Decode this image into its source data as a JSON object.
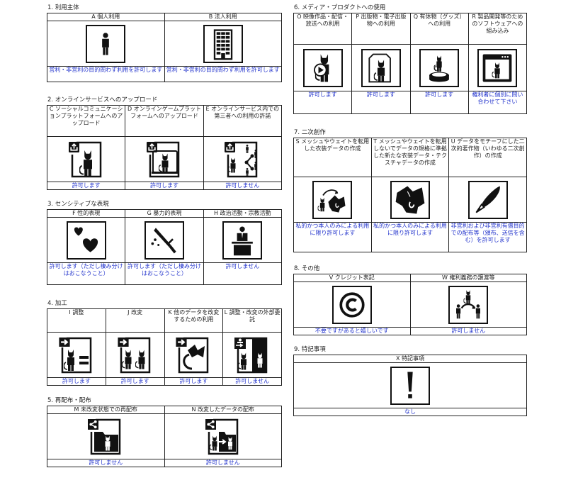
{
  "sections": [
    {
      "title": "1. 利用主体",
      "items": [
        {
          "header": "A 個人利用",
          "icon": "person-icon",
          "status": "営利・非営利の目的問わず利用を許可します"
        },
        {
          "header": "B 法人利用",
          "icon": "building-icon",
          "status": "営利・非営利の目的問わず利用を許可します"
        }
      ]
    },
    {
      "title": "2. オンラインサービスへのアップロード",
      "items": [
        {
          "header": "C ソーシャルコミュニケーションプラットフォームへのアップロード",
          "icon": "upload-social-icon",
          "status": "許可します"
        },
        {
          "header": "D オンラインゲームプラットフォームへのアップロード",
          "icon": "upload-game-icon",
          "status": "許可します"
        },
        {
          "header": "E オンラインサービス内での第三者への利用の許諾",
          "icon": "share-third-party-icon",
          "status": "許可しません"
        }
      ]
    },
    {
      "title": "3. センシティブな表現",
      "items": [
        {
          "header": "F 性的表現",
          "icon": "hearts-icon",
          "status": "許可します（ただし棲み分けはおこなうこと）"
        },
        {
          "header": "G 暴力的表現",
          "icon": "knife-icon",
          "status": "許可します（ただし棲み分けはおこなうこと）"
        },
        {
          "header": "H 政治活動・宗教活動",
          "icon": "podium-speaker-icon",
          "status": "許可しません"
        }
      ]
    },
    {
      "title": "4. 加工",
      "items": [
        {
          "header": "I 調整",
          "icon": "adjust-equal-icon",
          "status": "許可します"
        },
        {
          "header": "J 改変",
          "icon": "modify-icon",
          "status": "許可します"
        },
        {
          "header": "K 他のデータを改変するための利用",
          "icon": "reuse-parts-icon",
          "status": "許可します"
        },
        {
          "header": "L 調整・改変の外部委託",
          "icon": "outsource-icon",
          "status": "許可しません"
        }
      ]
    },
    {
      "title": "5. 再配布・配布",
      "items": [
        {
          "header": "M 未改変状態での再配布",
          "icon": "redistribute-folder-icon",
          "status": "許可しません"
        },
        {
          "header": "N 改変したデータの配布",
          "icon": "distribute-modified-icon",
          "status": "許可しません"
        }
      ]
    },
    {
      "title": "6. メディア・プロダクトへの使用",
      "items": [
        {
          "header": "O 映像作品・配信・放送への利用",
          "icon": "video-play-icon",
          "status": "許可します"
        },
        {
          "header": "P 出版物・電子出版物への利用",
          "icon": "publication-icon",
          "status": "許可します"
        },
        {
          "header": "Q 有体物（グッズ）への利用",
          "icon": "figure-goods-icon",
          "status": "許可します"
        },
        {
          "header": "R 製品開発等のためのソフトウェアへの組み込み",
          "icon": "software-window-icon",
          "status": "権利者に個別に問い合わせて下さい"
        }
      ]
    },
    {
      "title": "7. 二次創作",
      "items": [
        {
          "header": "S メッシュやウェイトを転用した衣装データの作成",
          "icon": "costume-transfer-icon",
          "status": "私的かつ本人のみによる利用に限り許可します"
        },
        {
          "header": "T メッシュやウェイトを転用しないでデータの規格に準拠した新たな衣装データ・テクスチャデータの作成",
          "icon": "costume-icon",
          "status": "私的かつ本人のみによる利用に限り許可します"
        },
        {
          "header": "U データをモチーフにした二次的著作物（いわゆる二次創作）の作成",
          "icon": "pen-nib-icon",
          "status": "非営利および非営利有償目的での配布等（頒布、送信を含む）を許可します"
        }
      ]
    },
    {
      "title": "8. その他",
      "items": [
        {
          "header": "V クレジット表記",
          "icon": "copyright-icon",
          "status": "不要ですがあると嬉しいです"
        },
        {
          "header": "W 権利義務の譲渡等",
          "icon": "transfer-rights-icon",
          "status": "許可しません"
        }
      ]
    },
    {
      "title": "9. 特記事項",
      "items": [
        {
          "header": "X 特記事項",
          "icon": "exclamation-icon",
          "status": "なし"
        }
      ]
    }
  ],
  "colors": {
    "status_text": "#2233cc",
    "border": "#222222",
    "icon": "#111111"
  }
}
